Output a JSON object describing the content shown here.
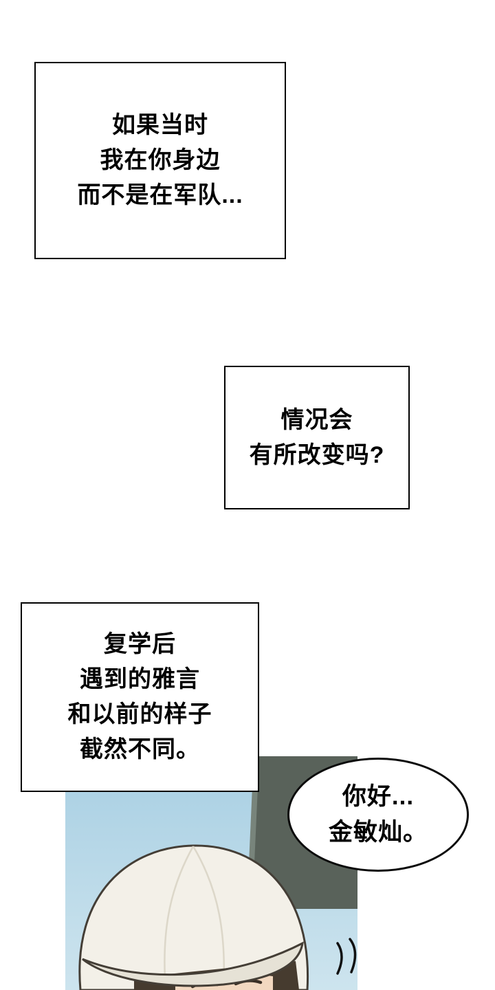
{
  "comic": {
    "narration_boxes": [
      {
        "lines": [
          "如果当时",
          "我在你身边",
          "而不是在军队..."
        ]
      },
      {
        "lines": [
          "情况会",
          "有所改变吗?"
        ]
      },
      {
        "lines": [
          "复学后",
          "遇到的雅言",
          "和以前的样子",
          "截然不同。"
        ]
      }
    ],
    "speech_bubble": {
      "lines": [
        "你好...",
        "金敏灿。"
      ]
    },
    "colors": {
      "ink": "#000000",
      "paper": "#ffffff",
      "sky_top": "#a8cfe3",
      "sky_bottom": "#cde4ee",
      "building": "#59625a",
      "building_edge": "#78847b",
      "cap": "#f3f0e8",
      "cap_brim": "#e6e2d6",
      "cap_outline": "#443e36",
      "hair": "#463b2f",
      "skin": "#f2d8c0"
    }
  }
}
